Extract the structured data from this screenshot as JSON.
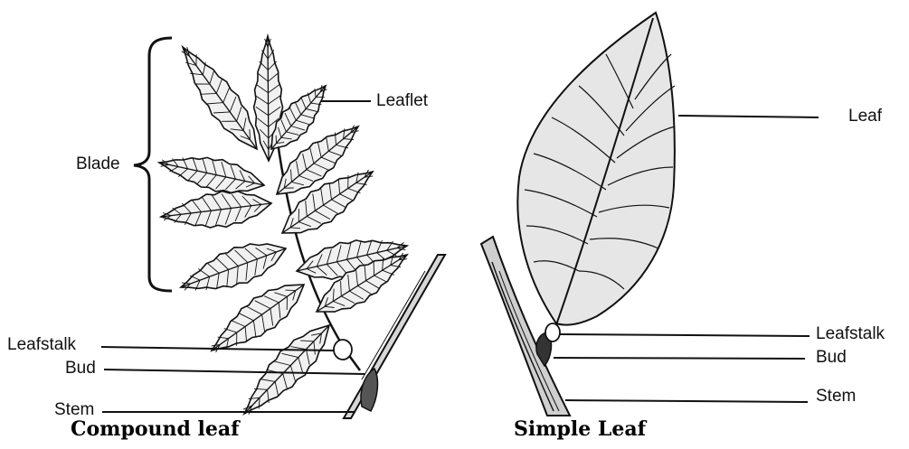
{
  "compound": {
    "caption": "Compound leaf",
    "labels": {
      "leaflet": "Leaflet",
      "blade": "Blade",
      "leafstalk": "Leafstalk",
      "bud": "Bud",
      "stem": "Stem"
    }
  },
  "simple": {
    "caption": "Simple Leaf",
    "labels": {
      "leaf": "Leaf",
      "leafstalk": "Leafstalk",
      "bud": "Bud",
      "stem": "Stem"
    }
  },
  "colors": {
    "ink": "#111111",
    "leaf_fill": "#f1f1f1",
    "simple_leaf_fill": "#e6e6e6",
    "background": "#ffffff"
  }
}
